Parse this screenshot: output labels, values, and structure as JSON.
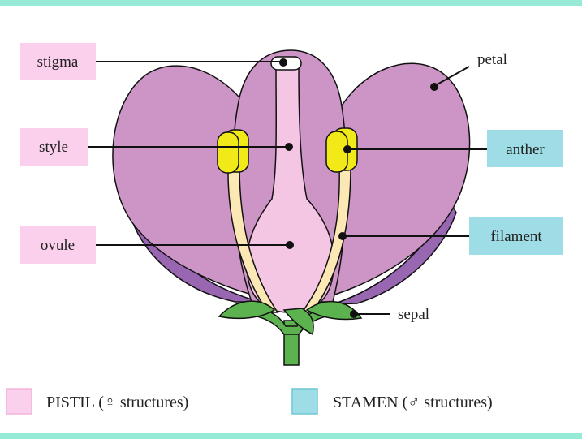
{
  "labels": {
    "stigma": "stigma",
    "style": "style",
    "ovule": "ovule",
    "petal": "petal",
    "anther": "anther",
    "filament": "filament",
    "sepal": "sepal"
  },
  "legend": {
    "pistil": "PISTIL (♀ structures)",
    "stamen": "STAMEN (♂ structures)"
  },
  "colors": {
    "pistil_box": "#fbd0ec",
    "stamen_box": "#9fdde6",
    "petal": "#cd94c6",
    "petal_back": "#9966b2",
    "anther": "#f2ea18",
    "filament": "#fbe8b4",
    "pistil": "#f5c6e4",
    "sepal": "#5cb24f",
    "border_bar": "#97ead8"
  }
}
